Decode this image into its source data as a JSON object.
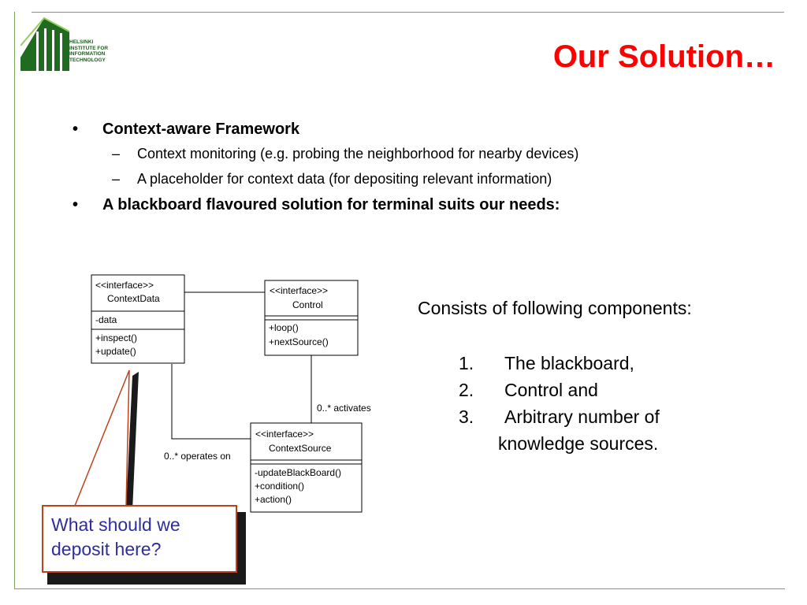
{
  "logo": {
    "lines": [
      "HELSINKI",
      "INSTITUTE FOR",
      "INFORMATION",
      "TECHNOLOGY"
    ],
    "color": "#1a5e1a"
  },
  "title": "Our Solution…",
  "bullets": [
    {
      "text": "Context-aware Framework",
      "subs": [
        "Context monitoring (e.g. probing the neighborhood for nearby devices)",
        "A placeholder for context data (for depositing relevant information)"
      ]
    },
    {
      "text": "A blackboard flavoured solution for terminal suits our needs:",
      "subs": []
    }
  ],
  "bullet_symbol": "•",
  "dash_symbol": "–",
  "diagram": {
    "context_data": {
      "stereotype": "<<interface>>",
      "name": "ContextData",
      "attributes": [
        "-data"
      ],
      "operations": [
        "+inspect()",
        "+update()"
      ]
    },
    "control": {
      "stereotype": "<<interface>>",
      "name": "Control",
      "operations": [
        "+loop()",
        "+nextSource()"
      ]
    },
    "context_source": {
      "stereotype": "<<interface>>",
      "name": "ContextSource",
      "operations": [
        "-updateBlackBoard()",
        "+condition()",
        "+action()"
      ]
    },
    "labels": {
      "activates": "0..* activates",
      "operates_on": "0..* operates on"
    }
  },
  "components": {
    "heading": "Consists of following components:",
    "items": [
      {
        "num": "1.",
        "text": "The blackboard,"
      },
      {
        "num": "2.",
        "text": "Control and"
      },
      {
        "num": "3.",
        "text": "Arbitrary number of"
      }
    ],
    "continuation": "knowledge sources."
  },
  "callout": {
    "line1": "What should we",
    "line2": "deposit here?"
  },
  "colors": {
    "title": "#ff0000",
    "frame": "#7aa35a",
    "callout_text": "#2e2e9a",
    "callout_border": "#c0421c"
  }
}
